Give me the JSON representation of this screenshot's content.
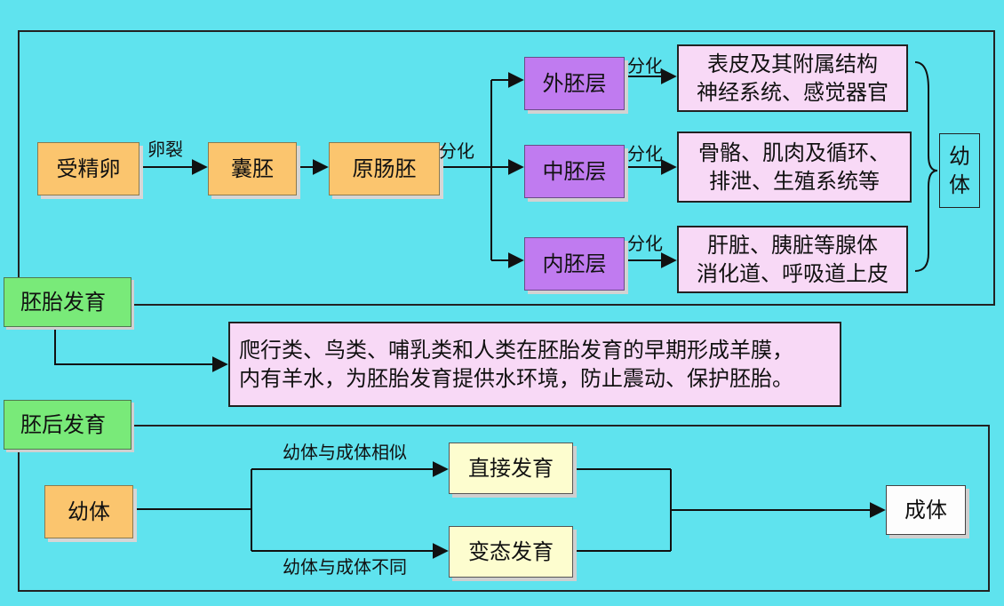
{
  "embryonic": {
    "title": "胚胎发育",
    "zygote": "受精卵",
    "cleavage_label": "卵裂",
    "blastula": "囊胚",
    "gastrula": "原肠胚",
    "differentiate_label": "分化",
    "ectoderm": "外胚层",
    "mesoderm": "中胚层",
    "endoderm": "内胚层",
    "ecto_diff_label": "分化",
    "meso_diff_label": "分化",
    "endo_diff_label": "分化",
    "ecto_result": [
      "表皮及其附属结构",
      "神经系统、感觉器官"
    ],
    "meso_result": [
      "骨骼、肌肉及循环、",
      "排泄、生殖系统等"
    ],
    "endo_result": [
      "肝脏、胰脏等腺体",
      "消化道、呼吸道上皮"
    ],
    "juvenile": [
      "幼",
      "体"
    ],
    "amnion_note": [
      "爬行类、鸟类、哺乳类和人类在胚胎发育的早期形成羊膜，",
      "内有羊水，为胚胎发育提供水环境，防止震动、保护胚胎。"
    ]
  },
  "postembryonic": {
    "title": "胚后发育",
    "juvenile": "幼体",
    "similar_label": "幼体与成体相似",
    "different_label": "幼体与成体不同",
    "direct": "直接发育",
    "metamorphic": "变态发育",
    "adult": "成体"
  },
  "colors": {
    "background": "#5fe3ee",
    "orange_box": "#fbc56e",
    "purple_box": "#c07bf0",
    "pink_box": "#f8d9f6",
    "green_label": "#79ea79",
    "cream_box": "#fdfdcf"
  }
}
